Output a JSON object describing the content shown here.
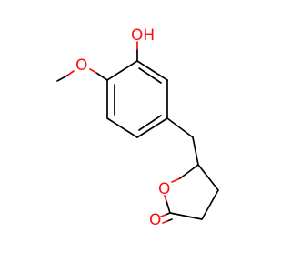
{
  "colors": {
    "background": "#ffffff",
    "bond": "#000000",
    "oxygen": "#ff0d0d"
  },
  "molecule": {
    "atoms": {
      "hydroxyl": {
        "element": "O",
        "label": "OH"
      },
      "methoxy_oxygen": {
        "element": "O",
        "label": "O"
      },
      "ring_oxygen": {
        "element": "O",
        "label": "O"
      },
      "carbonyl_oxygen": {
        "element": "O",
        "label": "O"
      }
    }
  }
}
